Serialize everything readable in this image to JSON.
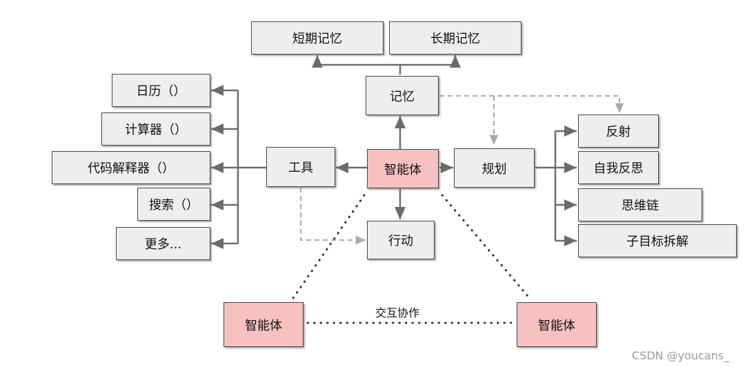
{
  "nodes": {
    "short_term_memory": "短期记忆",
    "long_term_memory": "长期记忆",
    "memory": "记忆",
    "calendar": "日历（）",
    "calculator": "计算器（）",
    "code_interpreter": "代码解释器（）",
    "search": "搜索（）",
    "more": "更多...",
    "tools": "工具",
    "agent_center": "智能体",
    "planning": "规划",
    "reflection": "反射",
    "self_critique": "自我反思",
    "chain_of_thought": "思维链",
    "subgoal_decomposition": "子目标拆解",
    "action": "行动",
    "agent_left": "智能体",
    "agent_right": "智能体"
  },
  "collaboration_label": "交互协作",
  "watermark": "CSDN @youcans_",
  "colors": {
    "node_fill": "#eeeeee",
    "agent_fill": "#f7c1c1",
    "edge": "#6b6b6b",
    "dashed_edge": "#aaaaaa",
    "dotted_edge": "#333333"
  }
}
